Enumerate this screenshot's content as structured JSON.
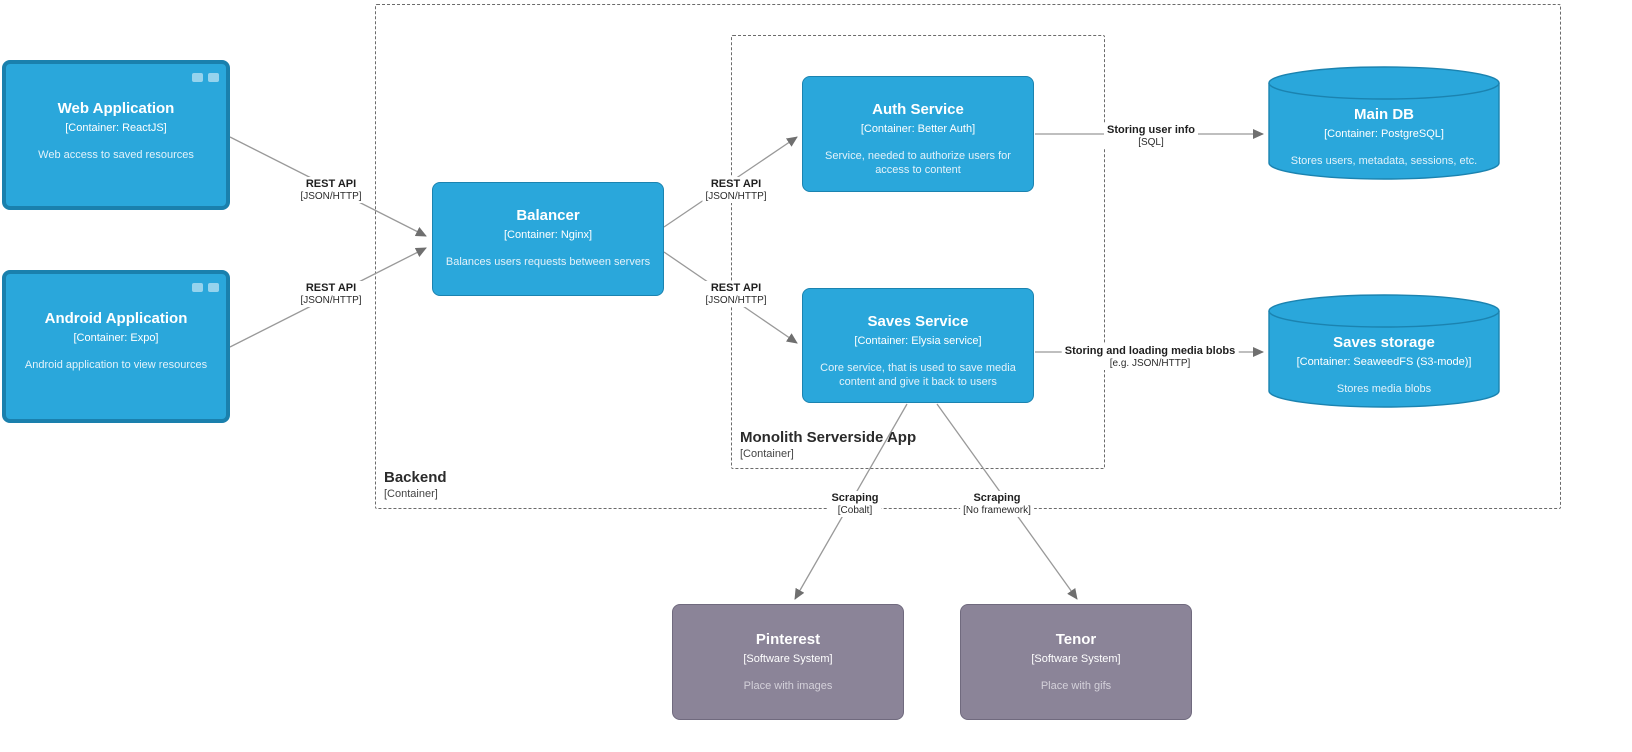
{
  "colors": {
    "container-fill": "#2aa7db",
    "container-border": "#1b83b0",
    "browser-frame": "#1a80ad",
    "external-fill": "#8b8498",
    "external-border": "#706a7e",
    "line": "#999999",
    "arrowhead": "#6f6f6f",
    "label-text": "#1f1f1f",
    "boundary-text": "#333333"
  },
  "boundaries": {
    "backend": {
      "label": "Backend",
      "type": "[Container]"
    },
    "monolith": {
      "label": "Monolith Serverside App",
      "type": "[Container]"
    }
  },
  "nodes": {
    "web_app": {
      "title": "Web Application",
      "subtitle": "[Container: ReactJS]",
      "description": "Web access to saved resources"
    },
    "android_app": {
      "title": "Android Application",
      "subtitle": "[Container: Expo]",
      "description": "Android application to view resources"
    },
    "balancer": {
      "title": "Balancer",
      "subtitle": "[Container: Nginx]",
      "description": "Balances users requests between servers"
    },
    "auth_service": {
      "title": "Auth Service",
      "subtitle": "[Container: Better Auth]",
      "description": "Service, needed to authorize users for access to content"
    },
    "saves_service": {
      "title": "Saves Service",
      "subtitle": "[Container: Elysia service]",
      "description": "Core service, that is used to save media content and give it back to users"
    },
    "main_db": {
      "title": "Main DB",
      "subtitle": "[Container: PostgreSQL]",
      "description": "Stores users, metadata, sessions, etc."
    },
    "saves_storage": {
      "title": "Saves storage",
      "subtitle": "[Container: SeaweedFS (S3-mode)]",
      "description": "Stores media blobs"
    },
    "pinterest": {
      "title": "Pinterest",
      "subtitle": "[Software System]",
      "description": "Place with images"
    },
    "tenor": {
      "title": "Tenor",
      "subtitle": "[Software System]",
      "description": "Place with gifs"
    }
  },
  "edges": {
    "web_to_balancer": {
      "label": "REST API",
      "tech": "[JSON/HTTP]"
    },
    "android_to_balancer": {
      "label": "REST API",
      "tech": "[JSON/HTTP]"
    },
    "balancer_to_auth": {
      "label": "REST API",
      "tech": "[JSON/HTTP]"
    },
    "balancer_to_saves": {
      "label": "REST API",
      "tech": "[JSON/HTTP]"
    },
    "auth_to_maindb": {
      "label": "Storing user info",
      "tech": "[SQL]"
    },
    "saves_to_storage": {
      "label": "Storing and loading media blobs",
      "tech": "[e.g. JSON/HTTP]"
    },
    "saves_to_pinterest": {
      "label": "Scraping",
      "tech": "[Cobalt]"
    },
    "saves_to_tenor": {
      "label": "Scraping",
      "tech": "[No framework]"
    }
  }
}
